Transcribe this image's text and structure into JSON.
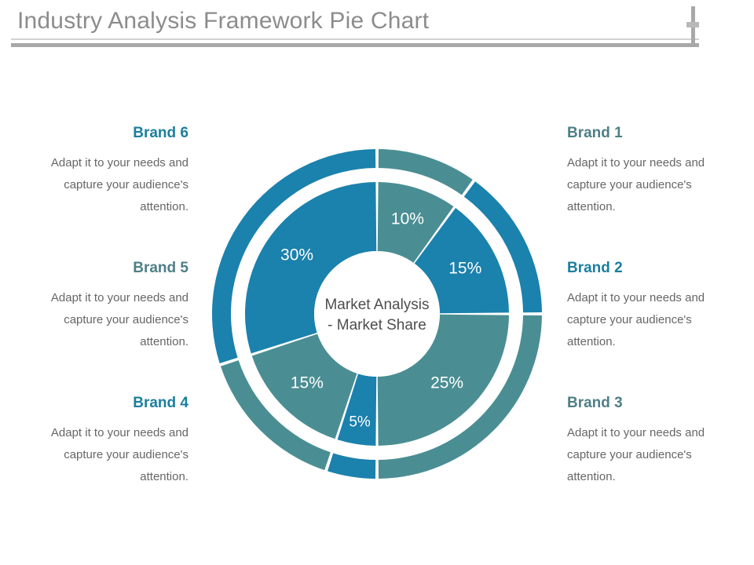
{
  "title": "Industry Analysis Framework Pie Chart",
  "colors": {
    "bright_blue": "#1b81ad",
    "slate_teal": "#4a8e93",
    "heading_bright": "#1b7f9e",
    "heading_slate": "#4e7f86",
    "body_text": "#666666",
    "title_text": "#8c8c8c",
    "ring_gap": "#ffffff"
  },
  "labels_left": [
    {
      "heading": "Brand 6",
      "heading_style": "bright",
      "body": "Adapt it to your needs and capture your audience's attention."
    },
    {
      "heading": "Brand 5",
      "heading_style": "slate",
      "body": "Adapt it to your needs and capture your audience's attention."
    },
    {
      "heading": "Brand 4",
      "heading_style": "bright",
      "body": "Adapt it to your needs and capture your audience's attention."
    }
  ],
  "labels_right": [
    {
      "heading": "Brand 1",
      "heading_style": "slate",
      "body": "Adapt it to your needs and capture your audience's attention."
    },
    {
      "heading": "Brand 2",
      "heading_style": "bright",
      "body": "Adapt it to your needs and capture your audience's attention."
    },
    {
      "heading": "Brand 3",
      "heading_style": "slate",
      "body": "Adapt it to your needs and capture your audience's attention."
    }
  ],
  "center_text_line1": "Market Analysis",
  "center_text_line2": "- Market Share",
  "chart_data": {
    "type": "pie",
    "title": "Market Analysis - Market Share",
    "subtitle": "",
    "xlabel": "",
    "ylabel": "",
    "units": "percent",
    "start_angle_deg": 0,
    "direction": "clockwise",
    "legend_position": "sides",
    "grid": false,
    "rings": 2,
    "ring_note": "Outer ring repeats the same segment proportions as the inner donut, separated by a white gap.",
    "categories": [
      "Brand 1",
      "Brand 2",
      "Brand 3",
      "Brand 4",
      "Brand 5",
      "Brand 6"
    ],
    "values": [
      10,
      15,
      25,
      5,
      15,
      30
    ],
    "labels": [
      "10%",
      "15%",
      "25%",
      "5%",
      "15%",
      "30%"
    ],
    "slice_colors": [
      "#4a8e93",
      "#1b81ad",
      "#4a8e93",
      "#1b81ad",
      "#4a8e93",
      "#1b81ad"
    ],
    "slices": [
      {
        "name": "Brand 1",
        "value": 10,
        "label": "10%",
        "color": "#4a8e93",
        "start_deg": 0,
        "end_deg": 36
      },
      {
        "name": "Brand 2",
        "value": 15,
        "label": "15%",
        "color": "#1b81ad",
        "start_deg": 36,
        "end_deg": 90
      },
      {
        "name": "Brand 3",
        "value": 25,
        "label": "25%",
        "color": "#4a8e93",
        "start_deg": 90,
        "end_deg": 180
      },
      {
        "name": "Brand 4",
        "value": 5,
        "label": "5%",
        "color": "#1b81ad",
        "start_deg": 180,
        "end_deg": 198
      },
      {
        "name": "Brand 5",
        "value": 15,
        "label": "15%",
        "color": "#4a8e93",
        "start_deg": 198,
        "end_deg": 252
      },
      {
        "name": "Brand 6",
        "value": 30,
        "label": "30%",
        "color": "#1b81ad",
        "start_deg": 252,
        "end_deg": 360
      }
    ]
  }
}
